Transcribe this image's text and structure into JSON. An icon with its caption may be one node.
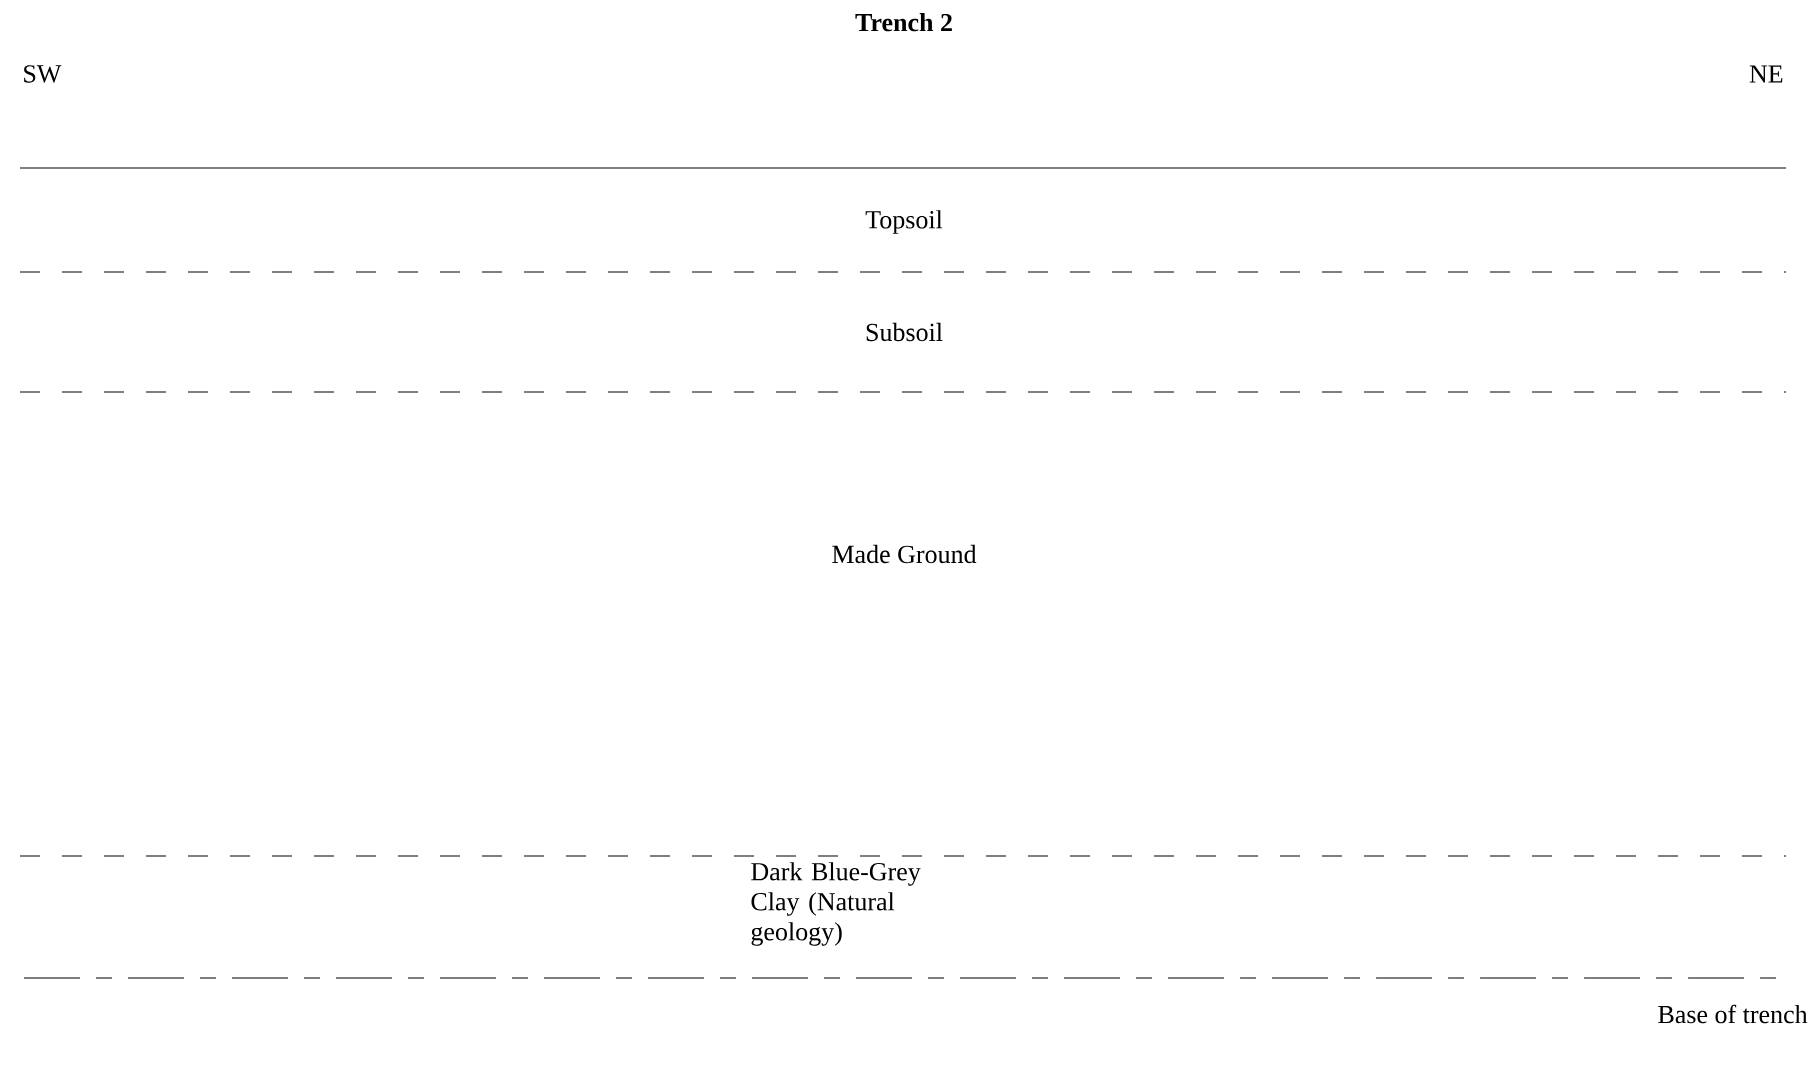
{
  "diagram": {
    "title": "Trench 2",
    "nodes": [
      {
        "text": [
          "Topsoil"
        ]
      },
      {
        "text": [
          "Subsoil"
        ]
      },
      {
        "text": [
          "Made Ground"
        ]
      },
      {
        "text": [
          "Dark Blue-Grey Clay (Natural geology)"
        ]
      }
    ],
    "labels": [
      "SW",
      "NE",
      "Base of trench"
    ]
  }
}
